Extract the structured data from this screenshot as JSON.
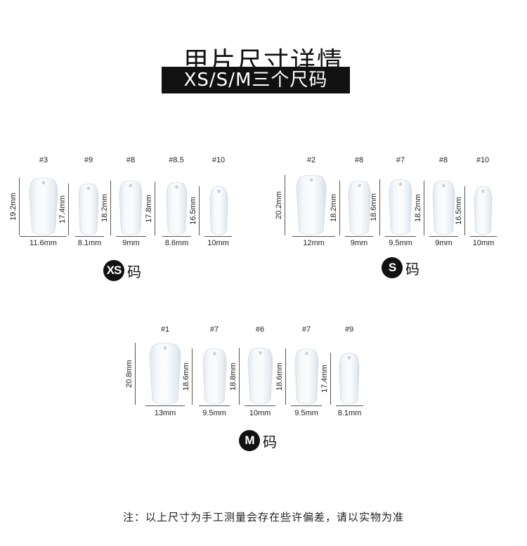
{
  "title": "甲片尺寸详情",
  "subtitle": "XS/S/M三个尺码",
  "note": "注：以上尺寸为手工测量会存在些许偏差，请以实物为准",
  "colors": {
    "background": "#ffffff",
    "text": "#111111",
    "badge": "#111111",
    "nail": "#eef3f7"
  },
  "size_suffix": "码",
  "groups": [
    {
      "key": "xs",
      "badge": "XS",
      "nails": [
        {
          "num": "#3",
          "length": "19.2mm",
          "width": "11.6mm"
        },
        {
          "num": "#9",
          "length": "17.4mm",
          "width": "8.1mm"
        },
        {
          "num": "#8",
          "length": "18.2mm",
          "width": "9mm"
        },
        {
          "num": "#8.5",
          "length": "17.8mm",
          "width": "8.6mm"
        },
        {
          "num": "#10",
          "length": "16.5mm",
          "width": "10mm"
        }
      ]
    },
    {
      "key": "s",
      "badge": "S",
      "nails": [
        {
          "num": "#2",
          "length": "20.2mm",
          "width": "12mm"
        },
        {
          "num": "#8",
          "length": "18.2mm",
          "width": "9mm"
        },
        {
          "num": "#7",
          "length": "18.6mm",
          "width": "9.5mm"
        },
        {
          "num": "#8",
          "length": "18.2mm",
          "width": "9mm"
        },
        {
          "num": "#10",
          "length": "16.5mm",
          "width": "10mm"
        }
      ]
    },
    {
      "key": "m",
      "badge": "M",
      "nails": [
        {
          "num": "#1",
          "length": "20.8mm",
          "width": "13mm"
        },
        {
          "num": "#7",
          "length": "18.6mm",
          "width": "9.5mm"
        },
        {
          "num": "#6",
          "length": "18.8mm",
          "width": "10mm"
        },
        {
          "num": "#7",
          "length": "18.6mm",
          "width": "9.5mm"
        },
        {
          "num": "#9",
          "length": "17.4mm",
          "width": "8.1mm"
        }
      ]
    }
  ]
}
